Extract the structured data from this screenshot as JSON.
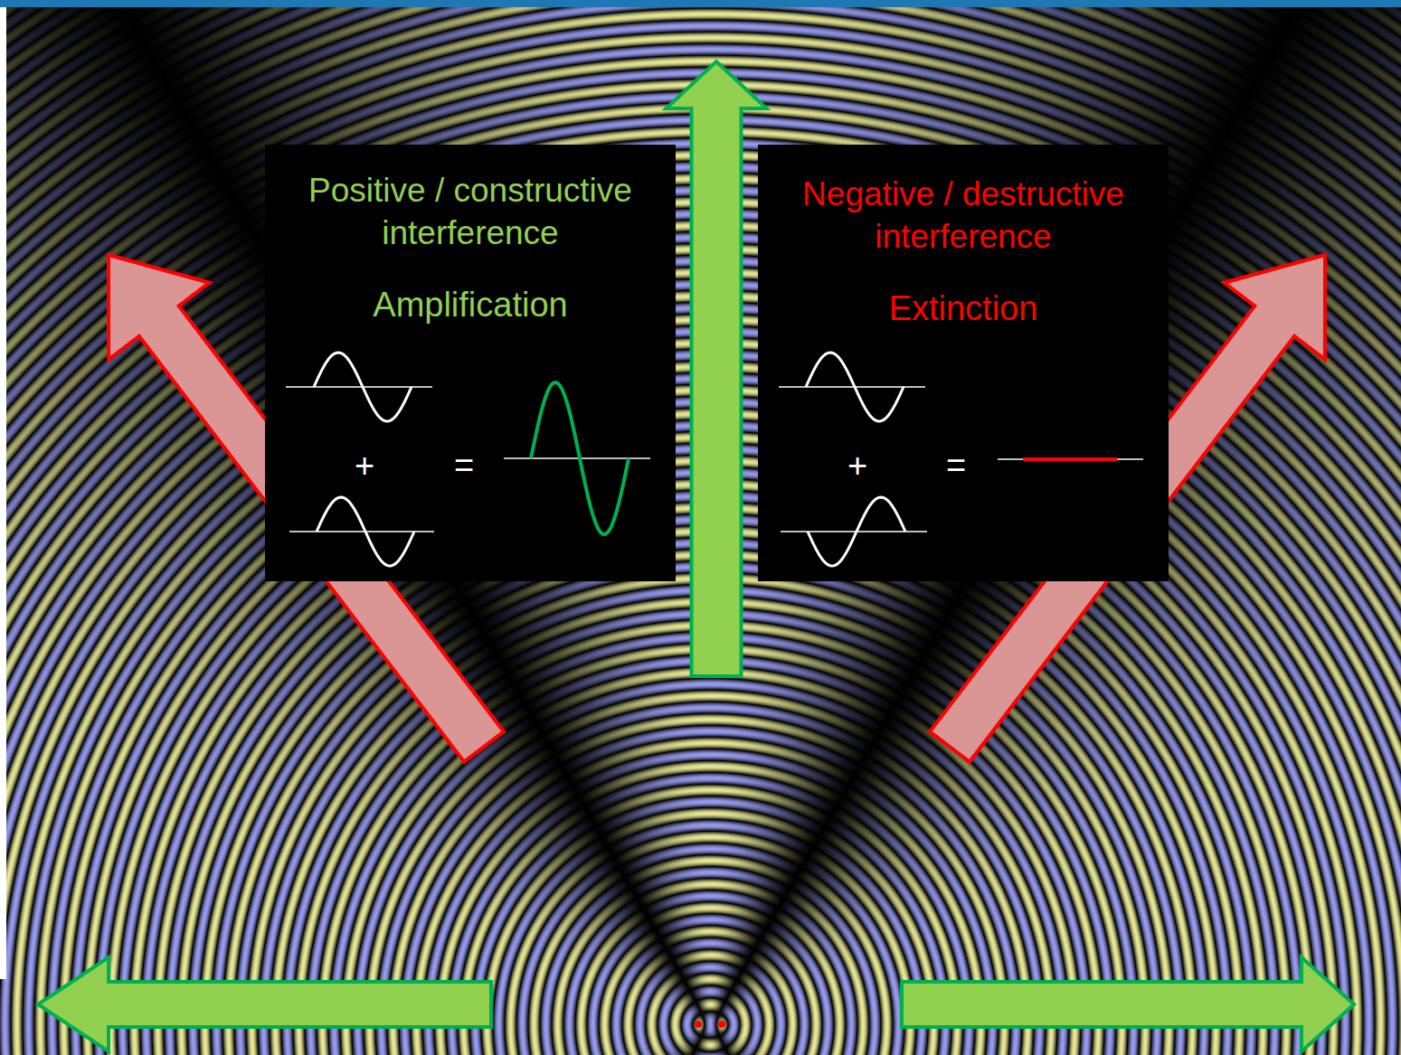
{
  "diagram": {
    "nodes": [
      {
        "text": [
          "Positive / constructive interference",
          "Amplification",
          "+",
          "="
        ]
      },
      {
        "text": [
          "Negative / destructive interference",
          "Extinction",
          "+",
          "="
        ]
      }
    ]
  }
}
